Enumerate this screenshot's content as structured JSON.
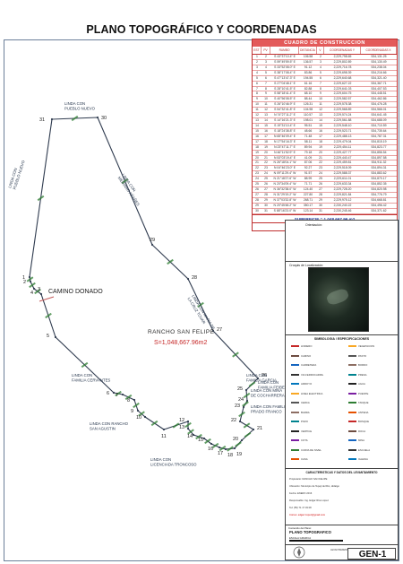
{
  "page": {
    "title": "PLANO TOPOGRÁFICO Y COORDENADAS"
  },
  "map": {
    "property_name": "RANCHO SAN FELIPE",
    "surface_text": "S=1,048,667.96m2",
    "road_label": "CAMINO DONADO",
    "line_color": "#2f3b4f",
    "label_color": "#7a1f1f",
    "accent_green": "#2e7d32",
    "vertices": [
      {
        "n": "31"
      },
      {
        "n": "30"
      },
      {
        "n": "29"
      },
      {
        "n": "28"
      },
      {
        "n": "27"
      },
      {
        "n": "26"
      },
      {
        "n": "25"
      },
      {
        "n": "24"
      },
      {
        "n": "23"
      },
      {
        "n": "22"
      },
      {
        "n": "21"
      },
      {
        "n": "20"
      },
      {
        "n": "19"
      },
      {
        "n": "18"
      },
      {
        "n": "17"
      },
      {
        "n": "16"
      },
      {
        "n": "15"
      },
      {
        "n": "14"
      },
      {
        "n": "13"
      },
      {
        "n": "12"
      },
      {
        "n": "11"
      },
      {
        "n": "10"
      },
      {
        "n": "9"
      },
      {
        "n": "8"
      },
      {
        "n": "7"
      },
      {
        "n": "6"
      },
      {
        "n": "5"
      },
      {
        "n": "4"
      },
      {
        "n": "3"
      },
      {
        "n": "2"
      },
      {
        "n": "1"
      }
    ],
    "boundaries": [
      {
        "text": "LINDA CON PUEBLO NUEVO"
      },
      {
        "text": "LINDA CON PUEBLO NUEVO"
      },
      {
        "text": "LINDA CON MEDIANO AÑAÑES"
      },
      {
        "text": "LINDA CON MARIA DE LA CRUZ TOVAR"
      },
      {
        "text": "LINDA CON FAMILIA GARCIA"
      },
      {
        "text": "LINDA CON FAMILIA CERVANTES"
      },
      {
        "text": "LINDA CON RANCHO SAN AGUSTIN"
      },
      {
        "text": "LINDA CON LICENCIADA TRONCOSO"
      },
      {
        "text": "LINDA CON FAMILIA PRADO FRANCO"
      },
      {
        "text": "LINDA CON MINA DE COCHARRERA"
      },
      {
        "text": "LINDA CON FAMILIA FEIBEN"
      }
    ]
  },
  "coord_table": {
    "title": "CUADRO DE CONSTRUCCION",
    "headers": [
      "EST",
      "PV",
      "RUMBO",
      "DISTANCIA",
      "V",
      "COORDENADAS Y",
      "COORDENADAS X"
    ],
    "rows": [
      [
        "1",
        "2",
        "S 43°37'10.4\" E",
        "106.58",
        "2",
        "2,229,798.65",
        "534,131.25"
      ],
      [
        "2",
        "3",
        "S 59°49'59.5\" E",
        "136.57",
        "3",
        "2,229,802.89",
        "534,130.49"
      ],
      [
        "3",
        "4",
        "S 33°52'08.0\" E",
        "91.12",
        "4",
        "2,229,716.78",
        "534,238.04"
      ],
      [
        "4",
        "5",
        "S 38°17'08.4\" E",
        "83.86",
        "5",
        "2,229,698.39",
        "534,216.66"
      ],
      [
        "5",
        "6",
        "S 47°13'47.3\" E",
        "194.55",
        "6",
        "2,229,640.68",
        "534,321.40"
      ],
      [
        "6",
        "7",
        "S 27°04'48.1\" E",
        "61.16",
        "7",
        "2,229,627.22",
        "534,367.71"
      ],
      [
        "7",
        "8",
        "S 28°10'41.5\" E",
        "82.88",
        "8",
        "2,229,641.03",
        "534,407.53"
      ],
      [
        "8",
        "9",
        "S 58°18'41.4\" E",
        "68.10",
        "9",
        "2,229,604.75",
        "534,448.51"
      ],
      [
        "9",
        "10",
        "S 40°56'08.5\" E",
        "88.44",
        "10",
        "2,229,582.57",
        "534,462.86"
      ],
      [
        "10",
        "11",
        "S 26°10'46.9\" E",
        "126.31",
        "11",
        "2,229,578.38",
        "534,476.28"
      ],
      [
        "11",
        "12",
        "S 54°32'41.8\" E",
        "104.98",
        "12",
        "2,229,568.89",
        "534,566.01"
      ],
      [
        "12",
        "13",
        "N 74°27'11.2\" E",
        "110.57",
        "13",
        "2,229,574.24",
        "534,641.45"
      ],
      [
        "13",
        "14",
        "S 14°16'21.3\" E",
        "198.01",
        "14",
        "2,229,561.88",
        "534,688.09"
      ],
      [
        "14",
        "15",
        "S 19°31'10.4\" E",
        "95.51",
        "15",
        "2,229,548.10",
        "534,710.59"
      ],
      [
        "15",
        "16",
        "S 18°24'38.8\" E",
        "48.66",
        "16",
        "2,229,523.71",
        "534,735.64"
      ],
      [
        "16",
        "17",
        "N 65°46'09.4\" E",
        "71.48",
        "17",
        "2,229,488.13",
        "534,787.31"
      ],
      [
        "17",
        "18",
        "N 17°54'16.3\" E",
        "58.11",
        "18",
        "2,229,479.04",
        "534,815.19"
      ],
      [
        "18",
        "19",
        "N 23°47'11.7\" E",
        "89.94",
        "19",
        "2,229,454.11",
        "534,823.77"
      ],
      [
        "19",
        "20",
        "N 46°11'52.9\" E",
        "79.18",
        "20",
        "2,229,427.77",
        "534,856.54"
      ],
      [
        "20",
        "21",
        "N 53°03'19.4\" E",
        "41.09",
        "21",
        "2,229,440.47",
        "534,897.58"
      ],
      [
        "21",
        "22",
        "N 26°18'04.1\" W",
        "87.06",
        "22",
        "2,229,459.81",
        "534,911.32"
      ],
      [
        "22",
        "23",
        "N 04°46'23.0\" E",
        "92.27",
        "23",
        "2,229,518.09",
        "534,894.31"
      ],
      [
        "23",
        "24",
        "N 09°11'29.4\" W",
        "91.57",
        "24",
        "2,229,588.37",
        "534,883.62"
      ],
      [
        "24",
        "25",
        "N 21°18'27.6\" W",
        "88.99",
        "25",
        "2,229,611.01",
        "534,870.17"
      ],
      [
        "25",
        "26",
        "N 20°34'09.4\" W",
        "71.71",
        "26",
        "2,229,633.34",
        "534,852.35"
      ],
      [
        "26",
        "27",
        "N 36°32'38.0\" W",
        "124.40",
        "27",
        "2,229,728.20",
        "534,820.98"
      ],
      [
        "27",
        "28",
        "N 31°29'19.2\" W",
        "227.80",
        "28",
        "2,229,821.84",
        "534,776.79"
      ],
      [
        "28",
        "29",
        "N 37°03'32.8\" W",
        "268.71",
        "29",
        "2,229,975.12",
        "534,668.81"
      ],
      [
        "29",
        "30",
        "N 20°45'48.2\" W",
        "350.17",
        "30",
        "2,230,240.22",
        "534,496.42"
      ],
      [
        "30",
        "31",
        "S 88°16'23.0\" W",
        "123.14",
        "31",
        "2,230,245.46",
        "534,371.62"
      ]
    ],
    "surface": "SUPERFICIE = 1,048,667.96 m2"
  },
  "panel": {
    "orientation_label": "Orientación:",
    "location_label": "Croquis de Localización:",
    "symbology_title": "SIMBOLOGIA / ESPECIFICACIONES",
    "symbols_left": [
      "LINDERO",
      "CAMINO",
      "CARRETERA",
      "VIA FERROCARRIL",
      "ARROYO",
      "LINEA ELECTRICA",
      "CERCA",
      "BARDA",
      "POZO",
      "VERTICE",
      "COTA",
      "CURVA DE NIVEL",
      "CASA"
    ],
    "symbols_right": [
      "VEGETACION",
      "PASTO",
      "BORDO",
      "PRESA",
      "AGUA",
      "PUENTE",
      "TANQUE",
      "ANTENA",
      "BOSQUE",
      "ROCA",
      "MINA",
      "ESCUELA",
      "IGLESIA"
    ],
    "char_title": "CARACTERISTICAS Y DATOS DEL LEVANTAMIENTO",
    "char_lines": [
      "Propietario: RANCHO SAN FELIPE",
      "Ubicación: Municipio de Tepeji del Rio, Hidalgo",
      "Fecha: ENERO 2016",
      "Responsable: Ing. Edgar Ríos López",
      "Tel: (55) 71 17 03 08",
      "Correo: edgar.r.lopez@gmail.com"
    ],
    "plan_label": "Contenido del Plano:",
    "plan_name": "PLANO TOPOGRAFICO",
    "scale_label": "ESCALA GRAFICA",
    "logo_text": "LEVANTAMIENTO TOPOGRAFICO",
    "sheet_code": "GEN-1"
  }
}
